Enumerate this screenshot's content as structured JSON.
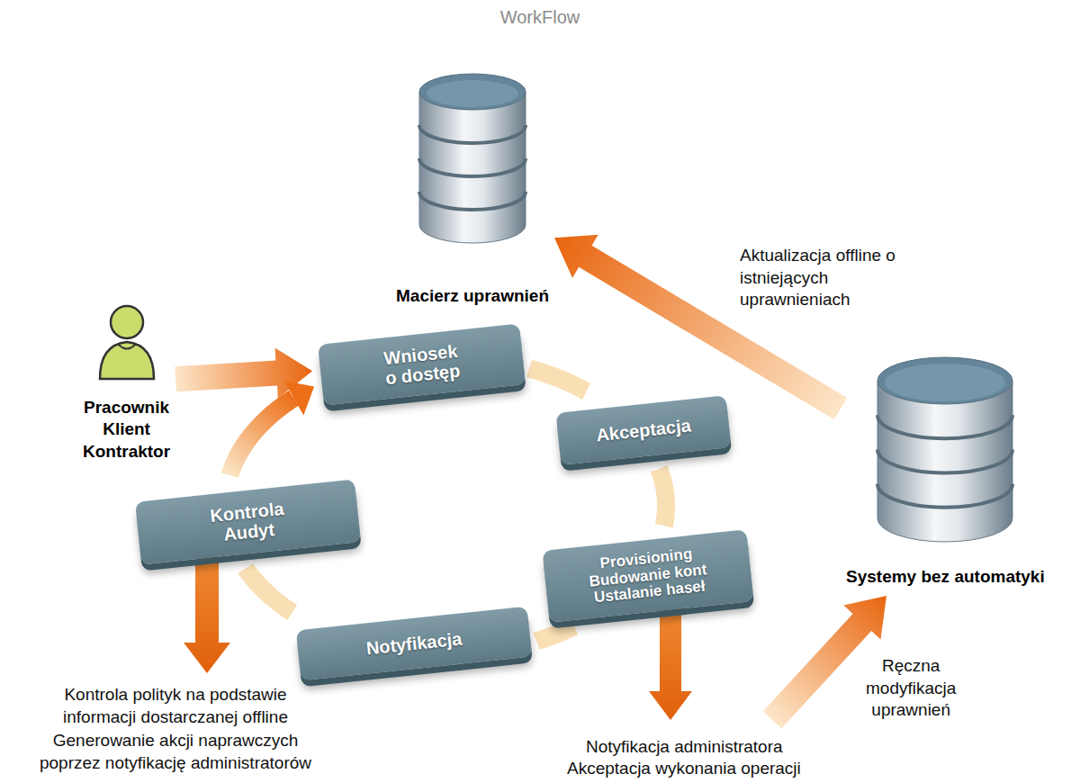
{
  "diagram": {
    "title": "WorkFlow",
    "nodes": [
      {
        "text": [
          "Macierz uprawnień"
        ]
      },
      {
        "text": [
          "Pracownik Klient Kontraktor"
        ]
      },
      {
        "text": [
          "Wniosek o dostęp"
        ]
      },
      {
        "text": [
          "Akceptacja"
        ]
      },
      {
        "text": [
          "Systemy bez automatyki"
        ]
      },
      {
        "text": [
          "Kontrola Audyt"
        ]
      },
      {
        "text": [
          "Provisioning Budowanie kont Ustalanie haseł"
        ]
      },
      {
        "text": [
          "Notyfikacja"
        ]
      }
    ],
    "edges": [
      {
        "from": 1,
        "to": 2,
        "arrow": "to"
      },
      {
        "from": 2,
        "to": 3,
        "arrow": "none"
      },
      {
        "from": 3,
        "to": 6,
        "arrow": "none"
      },
      {
        "from": 6,
        "to": 7,
        "arrow": "none"
      },
      {
        "from": 7,
        "to": 5,
        "arrow": "none"
      },
      {
        "from": 5,
        "to": 2,
        "arrow": "to"
      },
      {
        "from": 4,
        "to": 0,
        "arrow": "to",
        "label": "Aktualizacja offline o istniejących uprawnieniach"
      }
    ],
    "labels": [
      "Ręczna modyfikacja uprawnień",
      "Kontrola polityk na podstawie informacji dostarczanej offline",
      "Generowanie akcji naprawczych poprzez notyfikację administratorów",
      "Notyfikacja administratora",
      "Akceptacja wykonania operacji"
    ]
  }
}
